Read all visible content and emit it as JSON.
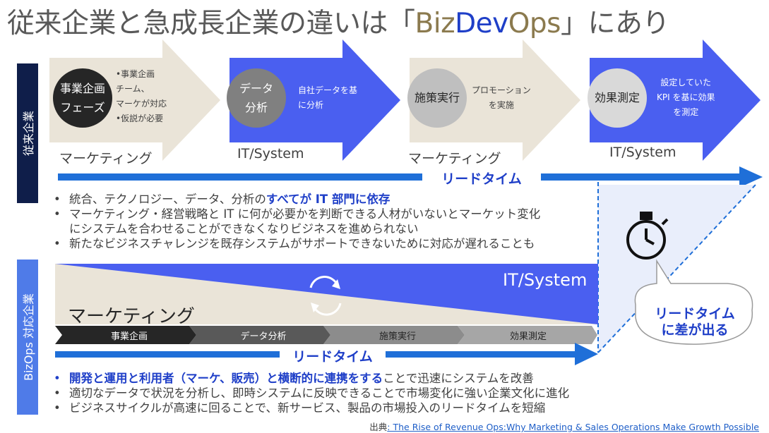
{
  "title": {
    "main": "従来企業と急成長企業の違いは「",
    "biz": "Biz",
    "dev": "Dev",
    "ops": "Ops",
    "end": "」にあり"
  },
  "traditional": {
    "label": "従来企業",
    "stages": [
      {
        "circle": "事業企画\nフェーズ",
        "desc": "•事業企画\nチーム、\nマーケが対応\n•仮説が必要",
        "lane": "マーケティング"
      },
      {
        "circle": "データ\n分析",
        "desc": "自社データを基\nに分析",
        "lane": "IT/System"
      },
      {
        "circle": "施策実行",
        "desc": "プロモーション\nを実施",
        "lane": "マーケティング"
      },
      {
        "circle": "効果測定",
        "desc": "設定していた\nKPI を基に効果\nを測定",
        "lane": "IT/System"
      }
    ],
    "lead_time_label": "リードタイム",
    "bullets": [
      {
        "pre": "統合、テクノロジー、データ、分析の",
        "hl": "すべてが IT 部門に依存",
        "post": ""
      },
      {
        "pre": "マーケティング・経営戦略と IT に何が必要かを判断できる人材がいないとマーケット変化",
        "hl": "",
        "post": ""
      },
      {
        "pre": "にシステムを合わせることができなくなりビジネスを進められない",
        "hl": "",
        "post": "",
        "continuation": true
      },
      {
        "pre": "新たなビジネスチャレンジを既存システムがサポートできないために対応が遅れることも",
        "hl": "",
        "post": ""
      }
    ]
  },
  "bizops": {
    "label": "BizOps 対応企業",
    "it_label": "IT/System",
    "marketing_label": "マーケティング",
    "chevrons": [
      "事業企画",
      "データ分析",
      "施策実行",
      "効果測定"
    ],
    "lead_time_label": "リードタイム",
    "bullets": [
      {
        "pre": "",
        "hl": "開発と運用と利用者（マーケ、販売）と横断的に連携をする",
        "post": "ことで迅速にシステムを改善"
      },
      {
        "pre": "適切なデータで状況を分析し、即時システムに反映できることで市場変化に強い企業文化に進化",
        "hl": "",
        "post": ""
      },
      {
        "pre": "ビジネスサイクルが高速に回ることで、新サービス、製品の市場投入のリードタイムを短縮",
        "hl": "",
        "post": ""
      }
    ]
  },
  "callout": "リードタイム\nに差が出る",
  "icons": {
    "stopwatch": "stopwatch-icon",
    "cycle": "cycle-arrows-icon"
  },
  "source": {
    "prefix": "出典",
    "link": ": The Rise of Revenue Ops:Why Marketing & Sales Operations Make Growth Possible"
  },
  "colors": {
    "navy": "#0F1E4A",
    "blue": "#1F3FC8",
    "beige": "#EAE4D8",
    "bright_blue": "#4A5FF0",
    "arrow_blue": "#1F6FD8",
    "gray": "#BFBFBF"
  }
}
